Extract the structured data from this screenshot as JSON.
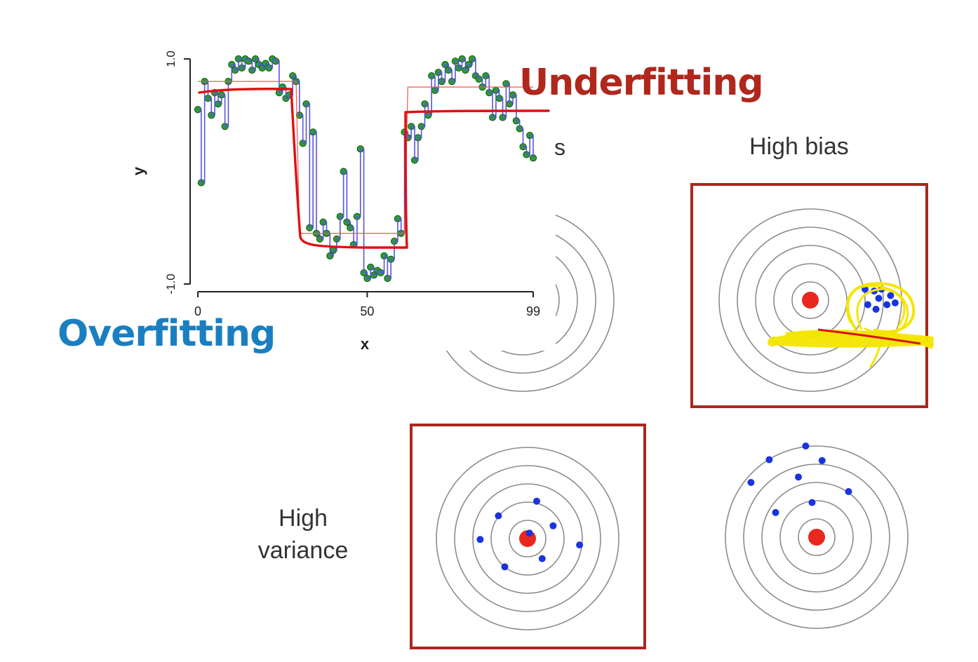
{
  "labels": {
    "underfitting": "Underfitting",
    "overfitting": "Overfitting",
    "high_bias": "High bias",
    "high_variance_line1": "High",
    "high_variance_line2": "variance",
    "partial_s": "s"
  },
  "colors": {
    "underfitting": "#b0271c",
    "overfitting": "#1a7fc1",
    "frame": "#a8281e",
    "ring": "#8c8c8c",
    "bullseye": "#e8281e",
    "shot": "#1a33e0",
    "highlight": "#f4e600",
    "data_point": "#2aa12a",
    "step_fit": "#5555dd",
    "marker_fit": "#e01010"
  },
  "chart_data": {
    "type": "scatter",
    "xlabel": "x",
    "ylabel": "y",
    "xlim": [
      0,
      99
    ],
    "ylim": [
      -1.0,
      1.0
    ],
    "xticks": [
      "0",
      "50",
      "99"
    ],
    "yticks": [
      "-1.0",
      "1.0"
    ],
    "series": [
      {
        "points": [
          [
            0,
            0.55
          ],
          [
            1,
            -0.1
          ],
          [
            2,
            0.8
          ],
          [
            3,
            0.65
          ],
          [
            4,
            0.5
          ],
          [
            5,
            0.7
          ],
          [
            6,
            0.6
          ],
          [
            7,
            0.68
          ],
          [
            8,
            0.4
          ],
          [
            9,
            0.8
          ],
          [
            10,
            0.95
          ],
          [
            11,
            0.9
          ],
          [
            12,
            1.0
          ],
          [
            13,
            0.92
          ],
          [
            14,
            1.0
          ],
          [
            15,
            0.98
          ],
          [
            16,
            0.9
          ],
          [
            17,
            1.0
          ],
          [
            18,
            0.95
          ],
          [
            19,
            0.92
          ],
          [
            20,
            0.96
          ],
          [
            21,
            0.92
          ],
          [
            22,
            1.0
          ],
          [
            23,
            0.98
          ],
          [
            24,
            0.7
          ],
          [
            25,
            0.75
          ],
          [
            26,
            0.65
          ],
          [
            27,
            0.68
          ],
          [
            28,
            0.85
          ],
          [
            29,
            0.8
          ],
          [
            30,
            0.5
          ],
          [
            31,
            0.25
          ],
          [
            32,
            0.6
          ],
          [
            33,
            -0.5
          ],
          [
            34,
            0.35
          ],
          [
            35,
            -0.55
          ],
          [
            36,
            -0.6
          ],
          [
            37,
            -0.45
          ],
          [
            38,
            -0.55
          ],
          [
            39,
            -0.75
          ],
          [
            40,
            -0.7
          ],
          [
            41,
            -0.6
          ],
          [
            42,
            -0.4
          ],
          [
            43,
            0.0
          ],
          [
            44,
            -0.45
          ],
          [
            45,
            -0.5
          ],
          [
            46,
            -0.65
          ],
          [
            47,
            -0.4
          ],
          [
            48,
            0.2
          ],
          [
            49,
            -0.9
          ],
          [
            50,
            -0.95
          ],
          [
            51,
            -0.85
          ],
          [
            52,
            -0.92
          ],
          [
            53,
            -0.88
          ],
          [
            54,
            -0.9
          ],
          [
            55,
            -0.75
          ],
          [
            56,
            -0.95
          ],
          [
            57,
            -0.78
          ],
          [
            58,
            -0.62
          ],
          [
            59,
            -0.42
          ],
          [
            60,
            -0.55
          ],
          [
            61,
            0.35
          ],
          [
            62,
            0.3
          ],
          [
            63,
            0.4
          ],
          [
            64,
            0.1
          ],
          [
            65,
            0.3
          ],
          [
            66,
            0.4
          ],
          [
            67,
            0.6
          ],
          [
            68,
            0.5
          ],
          [
            69,
            0.85
          ],
          [
            70,
            0.72
          ],
          [
            71,
            0.88
          ],
          [
            72,
            0.8
          ],
          [
            73,
            0.95
          ],
          [
            74,
            0.9
          ],
          [
            75,
            0.8
          ],
          [
            76,
            0.98
          ],
          [
            77,
            0.92
          ],
          [
            78,
            1.0
          ],
          [
            79,
            0.9
          ],
          [
            80,
            0.95
          ],
          [
            81,
            1.0
          ],
          [
            82,
            0.85
          ],
          [
            83,
            0.82
          ],
          [
            84,
            0.75
          ],
          [
            85,
            0.85
          ],
          [
            86,
            0.7
          ],
          [
            87,
            0.48
          ],
          [
            88,
            0.72
          ],
          [
            89,
            0.65
          ],
          [
            90,
            0.48
          ],
          [
            91,
            0.78
          ],
          [
            92,
            0.6
          ],
          [
            93,
            0.68
          ],
          [
            94,
            0.45
          ],
          [
            95,
            0.38
          ],
          [
            96,
            0.22
          ],
          [
            97,
            0.15
          ],
          [
            98,
            0.32
          ],
          [
            99,
            0.12
          ]
        ]
      }
    ]
  },
  "targets": [
    {
      "name": "high-bias-target",
      "shots": [
        [
          0.63,
          0.05
        ],
        [
          0.75,
          -0.02
        ],
        [
          0.72,
          0.1
        ],
        [
          0.84,
          0.05
        ],
        [
          0.88,
          -0.05
        ],
        [
          0.78,
          -0.12
        ],
        [
          0.93,
          0.03
        ],
        [
          0.6,
          -0.12
        ],
        [
          0.7,
          -0.1
        ]
      ]
    },
    {
      "name": "high-variance-target",
      "shots": [
        [
          -0.32,
          -0.25
        ],
        [
          0.1,
          -0.41
        ],
        [
          0.28,
          -0.14
        ],
        [
          -0.52,
          0.01
        ],
        [
          0.57,
          0.07
        ],
        [
          0.16,
          0.22
        ],
        [
          -0.25,
          0.31
        ],
        [
          0.02,
          -0.06
        ]
      ]
    },
    {
      "name": "high-variance-high-bias-target",
      "shots": [
        [
          -0.12,
          -1.0
        ],
        [
          -0.52,
          -0.85
        ],
        [
          0.06,
          -0.84
        ],
        [
          -0.72,
          -0.6
        ],
        [
          -0.2,
          -0.66
        ],
        [
          0.35,
          -0.5
        ],
        [
          -0.45,
          -0.27
        ],
        [
          -0.05,
          -0.38
        ]
      ]
    }
  ]
}
